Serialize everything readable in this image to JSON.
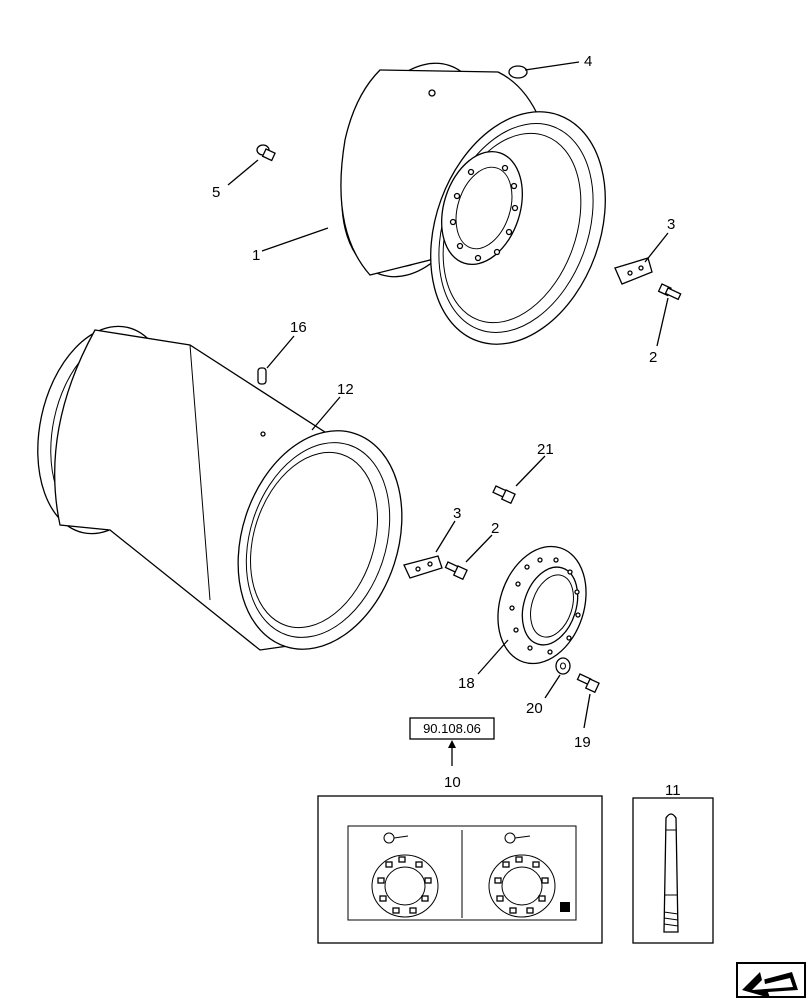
{
  "callouts": {
    "c1": "1",
    "c2a": "2",
    "c2b": "2",
    "c3a": "3",
    "c3b": "3",
    "c4": "4",
    "c5": "5",
    "c10": "10",
    "c11": "11",
    "c12": "12",
    "c16": "16",
    "c18": "18",
    "c19": "19",
    "c20": "20",
    "c21": "21"
  },
  "reference_box": "90.108.06",
  "icons": {
    "nav_arrow": "next-page-arrow-icon",
    "valve": "valve-stem-icon",
    "bolt": "bolt-icon"
  }
}
